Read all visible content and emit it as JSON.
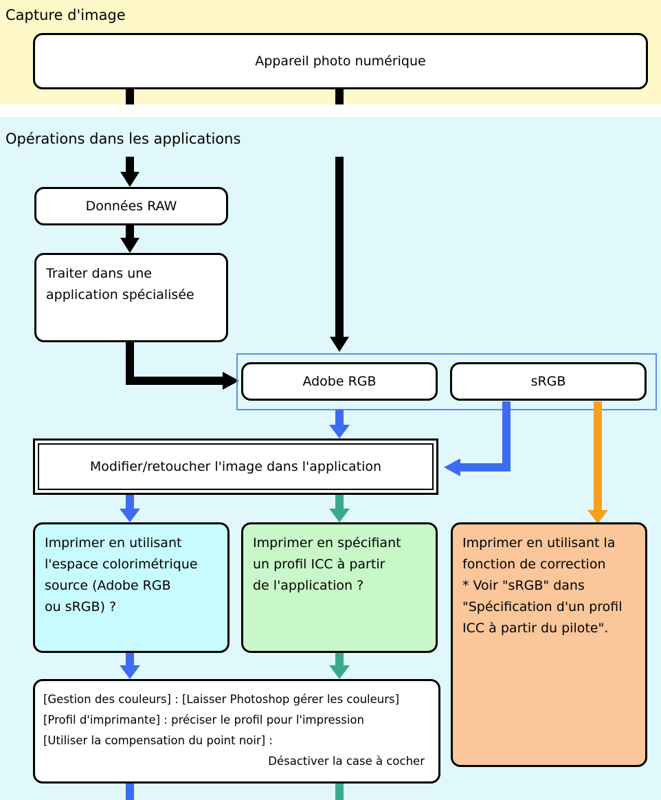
{
  "zones": {
    "capture": {
      "label": "Capture d'image",
      "color": "#fff8c8"
    },
    "operations": {
      "label": "Opérations dans les applications",
      "color": "#e0f8fb"
    }
  },
  "boxes": {
    "camera": "Appareil photo numérique",
    "raw": "Données RAW",
    "process": [
      "Traiter dans une",
      "application spécialisée"
    ],
    "adobe_rgb": "Adobe RGB",
    "srgb": "sRGB",
    "edit": "Modifier/retoucher l'image dans l'application",
    "print_source": [
      "Imprimer en utilisant",
      "l'espace colorimétrique",
      "source (Adobe RGB",
      "ou sRGB) ?"
    ],
    "print_icc": [
      "Imprimer en spécifiant",
      "un profil ICC à partir",
      "de l'application ?"
    ],
    "print_correction": [
      "Imprimer en utilisant la",
      "fonction de correction",
      "* Voir \"sRGB\" dans",
      "\"Spécification d'un profil",
      "ICC à partir du pilote\"."
    ],
    "settings": [
      "[Gestion des couleurs] : [Laisser Photoshop gérer les couleurs]",
      "[Profil d'imprimante] : préciser le profil pour l'impression",
      "[Utiliser la compensation du point noir] :",
      "Désactiver la case à cocher"
    ]
  },
  "colors": {
    "black_arrow": "#000000",
    "blue_arrow": "#3c6cf0",
    "teal_arrow": "#3aab8a",
    "orange_arrow": "#f7a020",
    "group_border": "#5a8ef0",
    "source_fill": "#c8fbff",
    "icc_fill": "#c8f8c8",
    "correction_fill": "#fac69a"
  }
}
